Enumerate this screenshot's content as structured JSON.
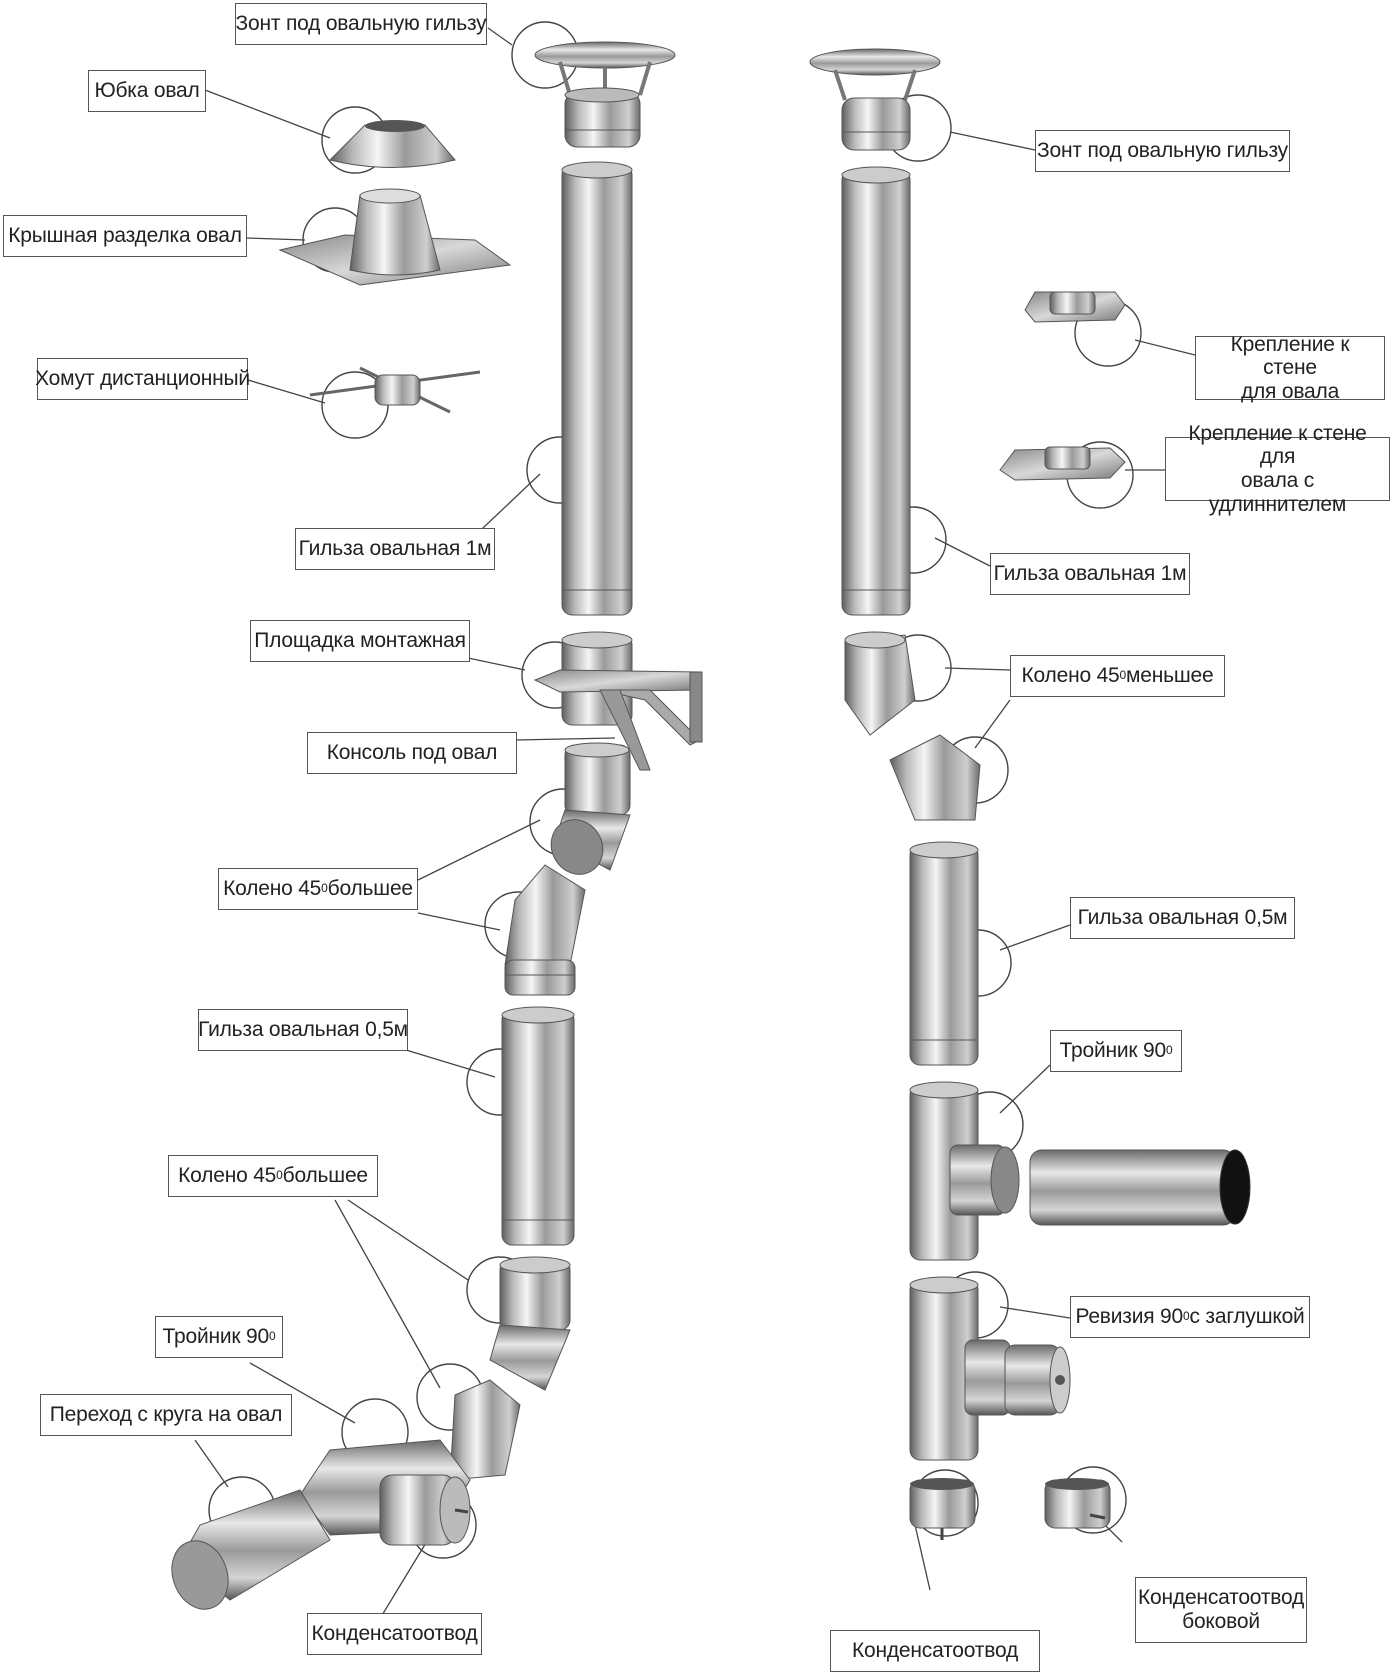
{
  "labels": {
    "zont_left": "Зонт под овальную гильзу",
    "yubka": "Юбка овал",
    "kryshnaya": "Крышная разделка овал",
    "homut": "Хомут дистанционный",
    "gilza1m_left": "Гильза овальная 1м",
    "ploshchadka": "Площадка монтажная",
    "konsol": "Консоль под овал",
    "koleno_bolshee_1": {
      "pre": "Колено 45",
      "sup": "0",
      "post": "большее"
    },
    "gilza05_left": "Гильза овальная 0,5м",
    "koleno_bolshee_2": {
      "pre": "Колено 45",
      "sup": "0",
      "post": "большее"
    },
    "troynik_left": {
      "pre": "Тройник 90",
      "sup": "0",
      "post": ""
    },
    "perehod": "Переход с круга на овал",
    "kondensat_left": "Конденсатоотвод",
    "zont_right": "Зонт под овальную гильзу",
    "kreplenie_1": {
      "line1": "Крепление к стене",
      "line2": "для овала"
    },
    "kreplenie_2": {
      "line1": "Крепление к стене для",
      "line2": "овала с удлиннителем"
    },
    "gilza1m_right": "Гильза овальная 1м",
    "koleno_menshee": {
      "pre": "Колено 45",
      "sup": "0",
      "post": " меньшее"
    },
    "gilza05_right": "Гильза овальная 0,5м",
    "troynik_right": {
      "pre": "Тройник 90",
      "sup": "0",
      "post": ""
    },
    "reviziya": {
      "pre": "Ревизия 90",
      "sup": "0",
      "post": " с заглушкой"
    },
    "kondensat_right": "Конденсатоотвод",
    "kondensat_bokovoy": {
      "line1": "Конденсатоотвод",
      "line2": "боковой"
    }
  },
  "colors": {
    "metal_dark": "#6e6e6e",
    "metal_light": "#f2f2f2",
    "line": "#555555"
  }
}
